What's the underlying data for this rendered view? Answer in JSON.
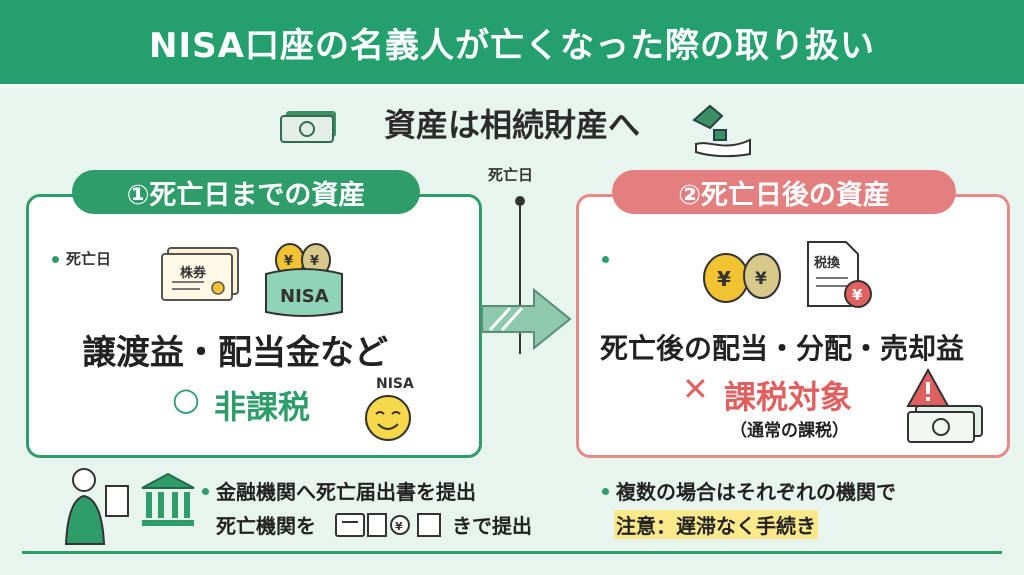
{
  "header": {
    "title": "NISA口座の名義人が亡くなった際の取り扱い"
  },
  "subtitle": {
    "text": "資産は相続財産へ"
  },
  "timeline": {
    "label": "死亡日"
  },
  "left_panel": {
    "heading": "①死亡日までの資産",
    "date_label": "死亡日",
    "certificate_label": "株券",
    "nisa_badge": "NISA",
    "main_text": "譲渡益・配当金など",
    "status_mark": "○",
    "status_text": "非課税",
    "face_label": "NISA"
  },
  "right_panel": {
    "heading": "②死亡日後の資産",
    "doc_label": "税換",
    "main_text": "死亡後の配当・分配・売却益",
    "status_mark": "✕",
    "status_text": "課税対象",
    "note": "（通常の課税）"
  },
  "bottom": {
    "left_line1": "金融機関へ死亡届出書を提出",
    "left_line2_a": "死亡機関を",
    "left_line2_b": "きで提出",
    "right_line1": "複数の場合はそれぞれの機関で",
    "right_line2": "注意：遅滞なく手続き"
  },
  "colors": {
    "green": "#2f9d6a",
    "header": "#23a06e",
    "red": "#e47f7f",
    "yellow": "#f1c232"
  }
}
